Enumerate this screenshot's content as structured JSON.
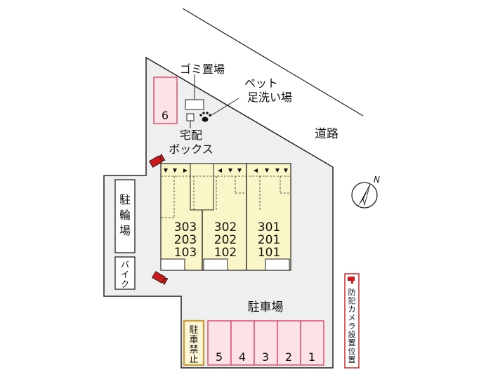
{
  "labels": {
    "garbage": "ゴミ置場",
    "pet_wash_line1": "ペット",
    "pet_wash_line2": "足洗い場",
    "delivery_line1": "宅配",
    "delivery_line2": "ボックス",
    "road": "道路",
    "bike_parking": [
      "駐",
      "輪",
      "場"
    ],
    "motorbike": [
      "バ",
      "イ",
      "ク"
    ],
    "parking_lot": "駐車場",
    "no_parking": [
      "駐",
      "車",
      "禁",
      "止"
    ],
    "camera_legend": [
      "防",
      "犯",
      "カ",
      "メ",
      "ラ",
      "設",
      "置",
      "位",
      "置"
    ],
    "north": "N"
  },
  "units": [
    {
      "floor3": "303",
      "floor2": "203",
      "floor1": "103"
    },
    {
      "floor3": "302",
      "floor2": "202",
      "floor1": "102"
    },
    {
      "floor3": "301",
      "floor2": "201",
      "floor1": "101"
    }
  ],
  "parking_spaces": [
    "6",
    "5",
    "4",
    "3",
    "2",
    "1"
  ],
  "colors": {
    "parking_border": "#e0506a",
    "parking_fill": "#fde2e8",
    "unit_fill": "#fbf6c8",
    "lot_fill": "#efefef",
    "camera": "#cc1a1a",
    "no_parking_border": "#c8a040",
    "no_parking_fill": "#fff6d6"
  }
}
